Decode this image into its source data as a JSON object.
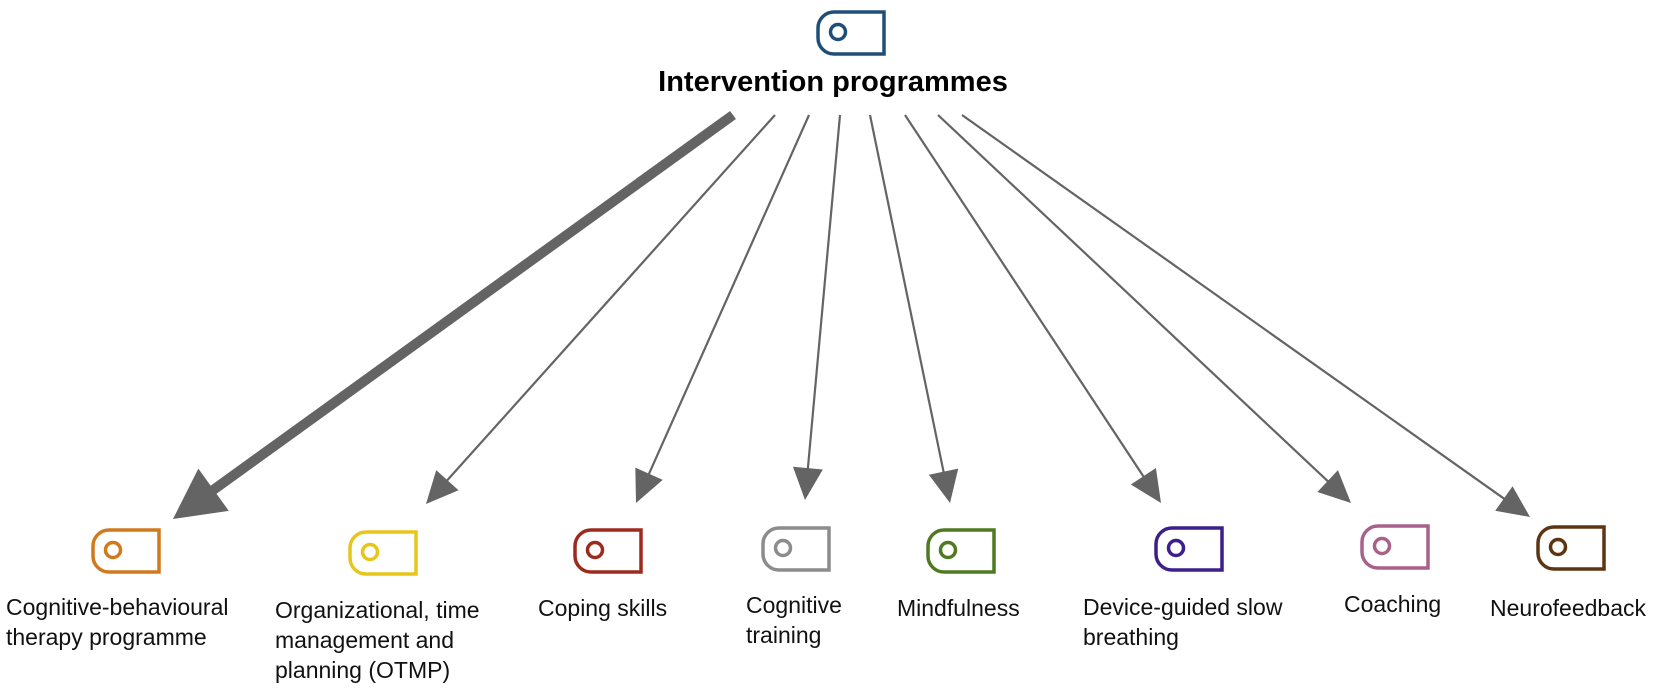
{
  "root": {
    "label": "Intervention programmes",
    "icon": "tag-icon",
    "color": "#1f4e79"
  },
  "edge_color": "#646464",
  "children": [
    {
      "key": "cbt",
      "label": "Cognitive-behavioural\ntherapy programme",
      "icon": "tag-icon",
      "color": "#d07a1c",
      "emphasis": "thick"
    },
    {
      "key": "otmp",
      "label": "Organizational, time\nmanagement and\nplanning (OTMP)",
      "icon": "tag-icon",
      "color": "#e8c51a",
      "emphasis": "normal"
    },
    {
      "key": "coping",
      "label": "Coping skills",
      "icon": "tag-icon",
      "color": "#9e2a1e",
      "emphasis": "normal"
    },
    {
      "key": "cognitive-training",
      "label": "Cognitive\ntraining",
      "icon": "tag-icon",
      "color": "#8c8c8c",
      "emphasis": "normal"
    },
    {
      "key": "mindfulness",
      "label": "Mindfulness",
      "icon": "tag-icon",
      "color": "#4f7a21",
      "emphasis": "normal"
    },
    {
      "key": "breathing",
      "label": "Device-guided slow\nbreathing",
      "icon": "tag-icon",
      "color": "#3d1f8c",
      "emphasis": "normal"
    },
    {
      "key": "coaching",
      "label": "Coaching",
      "icon": "tag-icon",
      "color": "#a8628a",
      "emphasis": "normal"
    },
    {
      "key": "neurofeedback",
      "label": "Neurofeedback",
      "icon": "tag-icon",
      "color": "#5c3512",
      "emphasis": "normal"
    }
  ]
}
